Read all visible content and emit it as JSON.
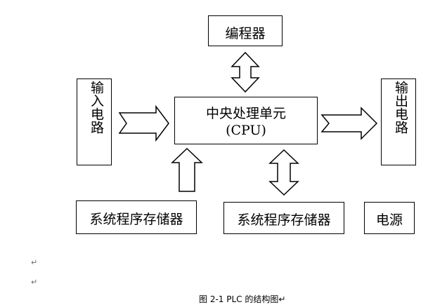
{
  "diagram": {
    "programmer": "编程器",
    "input_circuit": "输入电路",
    "cpu_line1": "中央处理单元",
    "cpu_line2": "(CPU)",
    "output_circuit": "输出电路",
    "storage_left": "系统程序存储器",
    "storage_right": "系统程序存储器",
    "power": "电源"
  },
  "paragraph_marks": [
    "↵",
    "↵"
  ],
  "caption": "图 2-1  PLC 的结构图↵"
}
